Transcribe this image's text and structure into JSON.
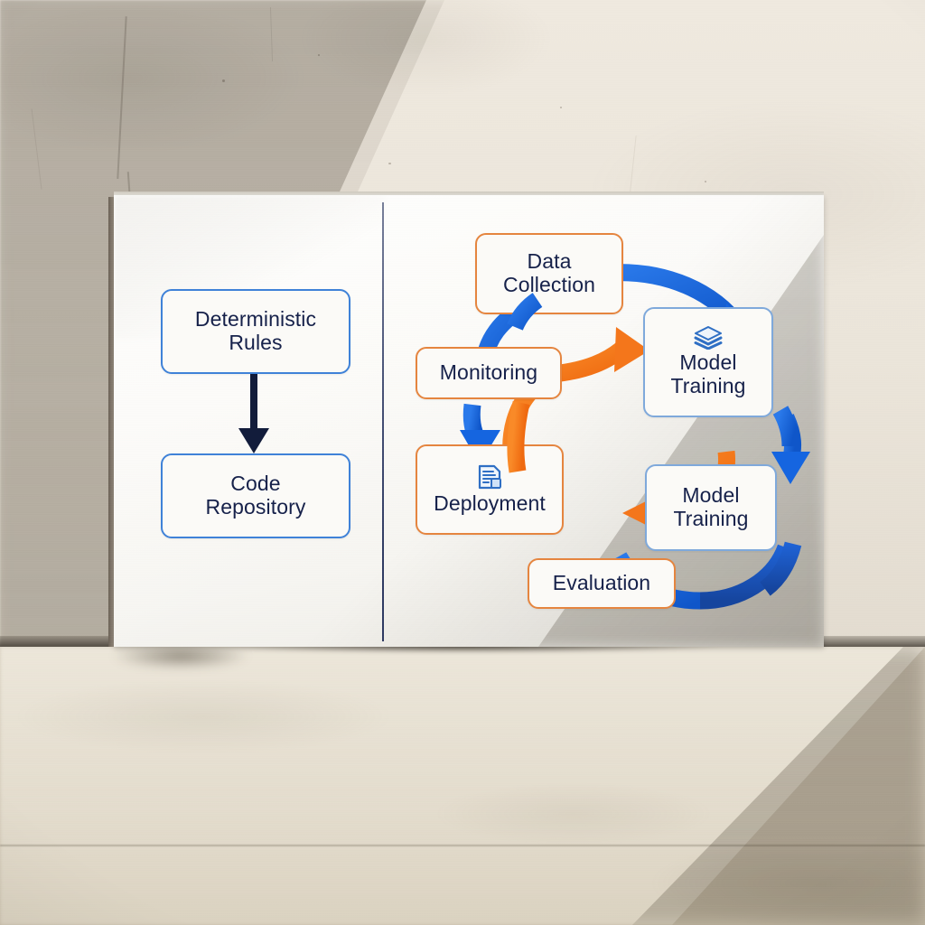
{
  "scene": {
    "description": "Photograph of a white presentation board leaning against a concrete wall on a concrete floor, lit by diagonal sunlight",
    "wall_color": "#efe9df",
    "floor_color": "#d2c9b8",
    "board_color": "#fbfaf7"
  },
  "board": {
    "divider_color": "#1d2a57",
    "left_panel": {
      "title": "deterministic-software-flow",
      "nodes": [
        {
          "id": "deterministic-rules",
          "label": "Deterministic\nRules",
          "border": "#3f82d8",
          "style": "blue"
        },
        {
          "id": "code-repository",
          "label": "Code\nRepository",
          "border": "#3f82d8",
          "style": "blue"
        }
      ],
      "connector": {
        "from": "deterministic-rules",
        "to": "code-repository",
        "kind": "arrow-down",
        "color": "#121c3b"
      }
    },
    "right_panel": {
      "title": "ml-lifecycle-cycle",
      "nodes": [
        {
          "id": "data-collection",
          "label": "Data\nCollection",
          "border": "#e5853f",
          "style": "orange",
          "icon": null
        },
        {
          "id": "monitoring",
          "label": "Monitoring",
          "border": "#e5853f",
          "style": "orange",
          "icon": null
        },
        {
          "id": "model-training-top",
          "label": "Model\nTraining",
          "border": "#7fa9db",
          "style": "blue",
          "icon": "layers-icon"
        },
        {
          "id": "deployment",
          "label": "Deployment",
          "border": "#e5853f",
          "style": "orange",
          "icon": "document-icon"
        },
        {
          "id": "model-training-bottom",
          "label": "Model\nTraining",
          "border": "#7fa9db",
          "style": "blue",
          "icon": null
        },
        {
          "id": "evaluation",
          "label": "Evaluation",
          "border": "#e5853f",
          "style": "orange",
          "icon": null
        }
      ],
      "arrows": [
        {
          "id": "data-to-training",
          "color": "#1565e0",
          "direction": "clockwise",
          "from": "data-collection",
          "to": "model-training-top"
        },
        {
          "id": "training-to-training2",
          "color": "#1565e0",
          "direction": "clockwise",
          "from": "model-training-top",
          "to": "model-training-bottom"
        },
        {
          "id": "training2-to-evaluation",
          "color": "#1b54b8",
          "direction": "clockwise",
          "from": "model-training-bottom",
          "to": "evaluation"
        },
        {
          "id": "evaluation-to-deployment",
          "color": "#1565e0",
          "direction": "clockwise",
          "from": "evaluation",
          "to": "deployment"
        },
        {
          "id": "monitoring-to-deployment",
          "color": "#1565e0",
          "direction": "clockwise",
          "from": "monitoring",
          "to": "deployment"
        },
        {
          "id": "data-to-monitoring",
          "color": "#1565e0",
          "direction": "clockwise",
          "from": "data-collection",
          "to": "monitoring"
        },
        {
          "id": "monitoring-to-training-inner",
          "color": "#f4761b",
          "direction": "counter-clockwise",
          "from": "monitoring",
          "to": "model-training-top"
        },
        {
          "id": "training2-to-deployment-inner",
          "color": "#f4761b",
          "direction": "counter-clockwise",
          "from": "model-training-bottom",
          "to": "deployment"
        }
      ]
    }
  },
  "palette": {
    "blue_arrow": "#1565e0",
    "blue_arrow_dark": "#1b54b8",
    "orange_arrow": "#f4761b",
    "blue_border": "#3f82d8",
    "blue_border_light": "#7fa9db",
    "orange_border": "#e5853f",
    "text_navy": "#16214a",
    "connector_navy": "#121c3b"
  }
}
